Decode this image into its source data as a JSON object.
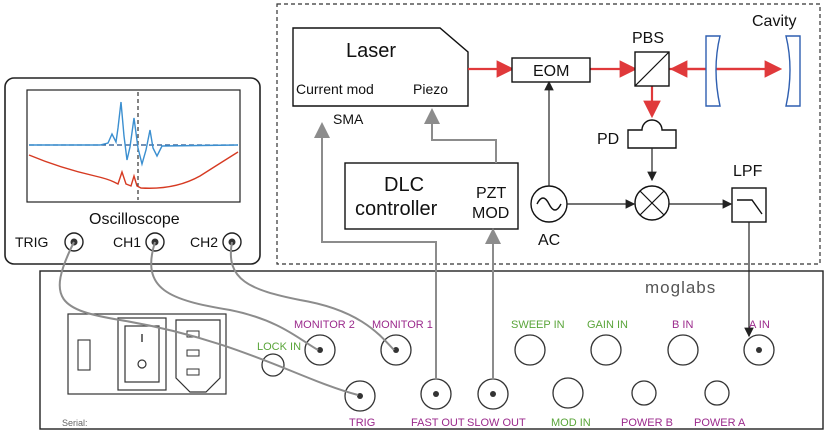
{
  "setup": {
    "laser": {
      "title": "Laser",
      "current_mod": "Current mod",
      "piezo": "Piezo",
      "sma": "SMA"
    },
    "eom": "EOM",
    "pbs": "PBS",
    "cavity": "Cavity",
    "pd": "PD",
    "lpf": "LPF",
    "ac": "AC",
    "dlc": {
      "line1": "DLC",
      "line2": "controller",
      "pzt": "PZT",
      "mod": "MOD"
    }
  },
  "oscilloscope": {
    "title": "Oscilloscope",
    "channels": [
      "TRIG",
      "CH1",
      "CH2"
    ],
    "trace_colors": {
      "ch1": "#3b8fd0",
      "ch2": "#d63a22"
    }
  },
  "panel": {
    "brand": "moglabs",
    "serial": "Serial:",
    "lock_in": "LOCK IN",
    "monitor2": "MONITOR 2",
    "monitor1": "MONITOR 1",
    "sweep_in": "SWEEP IN",
    "gain_in": "GAIN IN",
    "b_in": "B IN",
    "a_in": "A IN",
    "trig": "TRIG",
    "fast_out": "FAST OUT",
    "slow_out": "SLOW OUT",
    "mod_in": "MOD IN",
    "power_b": "POWER B",
    "power_a": "POWER A"
  },
  "colors": {
    "beam": "#e0393b",
    "cable": "#8c8c8c",
    "cavity_mirror": "#2f5fb0",
    "label_purple": "#9b2a8c",
    "label_green": "#5aa53a"
  }
}
